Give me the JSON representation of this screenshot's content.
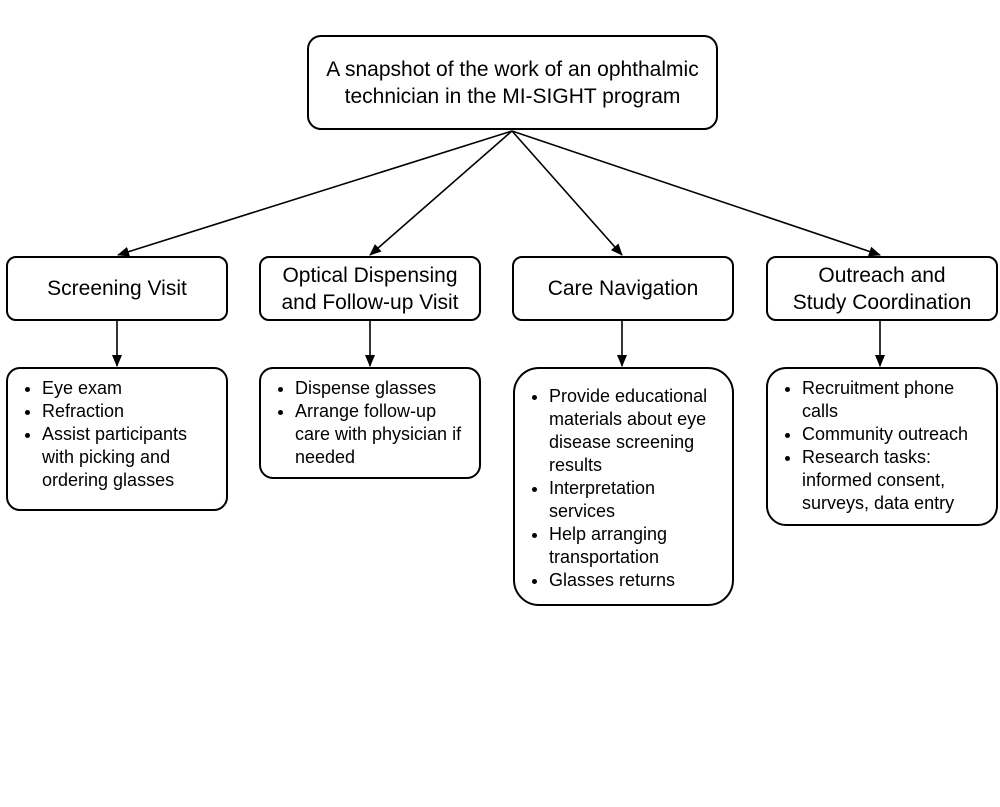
{
  "root": {
    "line1": "A snapshot of the work of an ophthalmic",
    "line2": "technician in the MI-SIGHT program"
  },
  "branches": [
    {
      "title_lines": [
        "Screening Visit"
      ],
      "items": [
        "Eye exam",
        "Refraction",
        "Assist participants with picking and ordering glasses"
      ]
    },
    {
      "title_lines": [
        "Optical Dispensing",
        "and Follow-up Visit"
      ],
      "items": [
        "Dispense glasses",
        "Arrange follow-up care with physician if needed"
      ]
    },
    {
      "title_lines": [
        "Care Navigation"
      ],
      "items": [
        "Provide educational materials about eye disease screening results",
        "Interpretation services",
        "Help arranging transportation",
        "Glasses returns"
      ]
    },
    {
      "title_lines": [
        "Outreach and",
        "Study Coordination"
      ],
      "items": [
        "Recruitment phone calls",
        "Community outreach",
        "Research tasks: informed consent, surveys, data entry"
      ]
    }
  ]
}
